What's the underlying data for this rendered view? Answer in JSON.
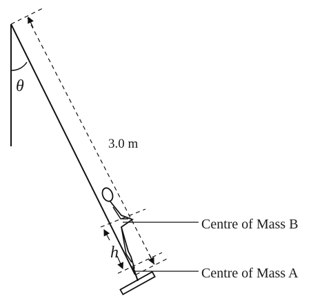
{
  "diagram": {
    "angle_label": "θ",
    "length_label": "3.0 m",
    "height_label": "h",
    "callouts": {
      "centre_b": "Centre of Mass B",
      "centre_a": "Centre of Mass A"
    }
  }
}
